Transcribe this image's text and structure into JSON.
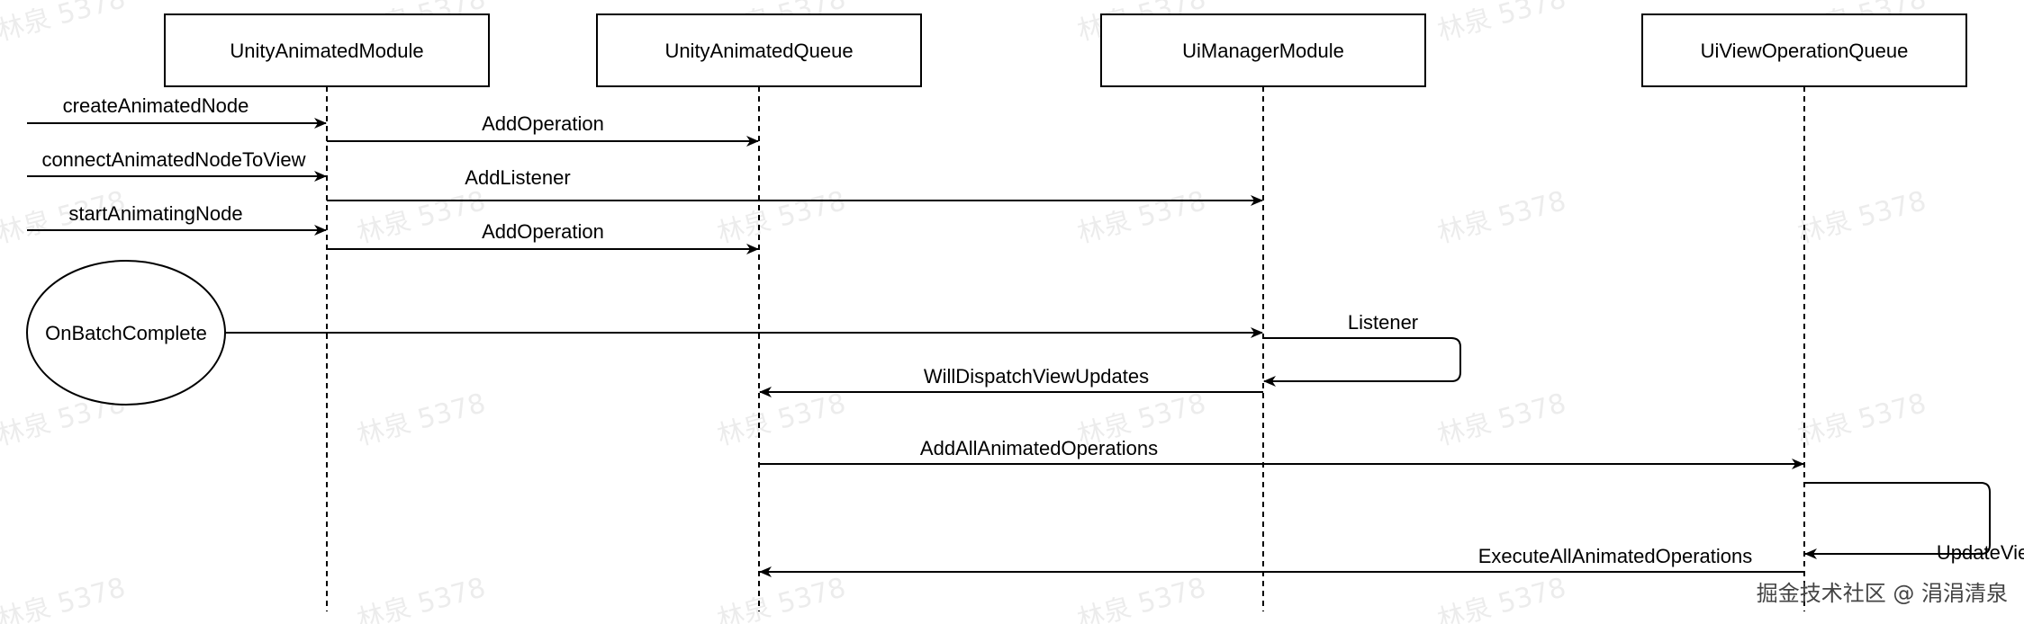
{
  "participants": [
    {
      "id": "p1",
      "label": "UnityAnimatedModule"
    },
    {
      "id": "p2",
      "label": "UnityAnimatedQueue"
    },
    {
      "id": "p3",
      "label": "UiManagerModule"
    },
    {
      "id": "p4",
      "label": "UiViewOperationQueue"
    }
  ],
  "event": {
    "label": "OnBatchComplete"
  },
  "messages": [
    {
      "id": "m1",
      "label": "createAnimatedNode"
    },
    {
      "id": "m2",
      "label": "AddOperation"
    },
    {
      "id": "m3",
      "label": "connectAnimatedNodeToView"
    },
    {
      "id": "m4",
      "label": "AddListener"
    },
    {
      "id": "m5",
      "label": "startAnimatingNode"
    },
    {
      "id": "m6",
      "label": "AddOperation"
    },
    {
      "id": "m7",
      "label": "OnBatchComplete"
    },
    {
      "id": "m8",
      "label": "Listener"
    },
    {
      "id": "m9",
      "label": "WillDispatchViewUpdates"
    },
    {
      "id": "m10",
      "label": "AddAllAnimatedOperations"
    },
    {
      "id": "m11",
      "label": "UpdateView"
    },
    {
      "id": "m12",
      "label": "ExecuteAllAnimatedOperations"
    }
  ],
  "watermark": {
    "text": "林泉 5378"
  },
  "credit": {
    "text": "掘金技术社区 @ 涓涓清泉"
  }
}
